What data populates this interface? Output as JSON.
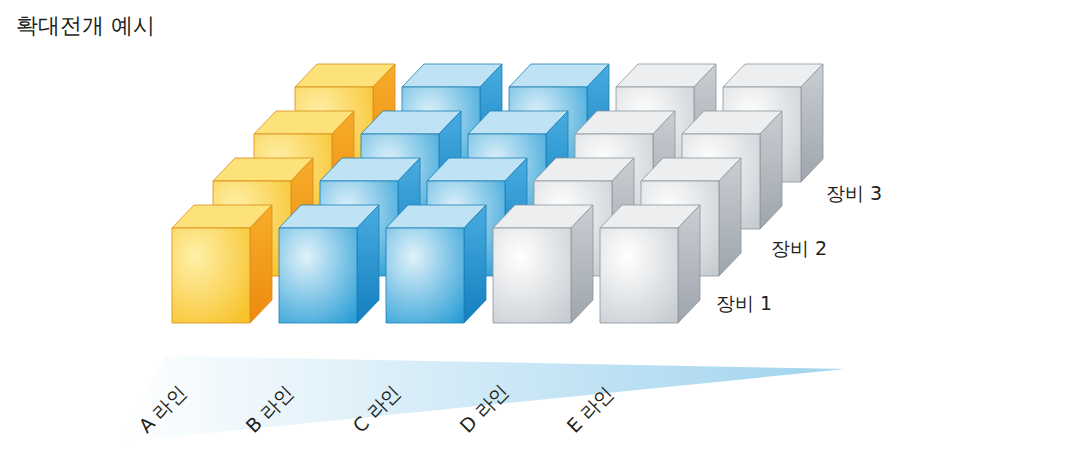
{
  "diagram": {
    "title": "확대전개 예시",
    "labels": [
      "장비 3",
      "장비 2",
      "장비 1",
      "A 라인",
      "B 라인",
      "C 라인",
      "D 라인",
      "E 라인"
    ]
  }
}
